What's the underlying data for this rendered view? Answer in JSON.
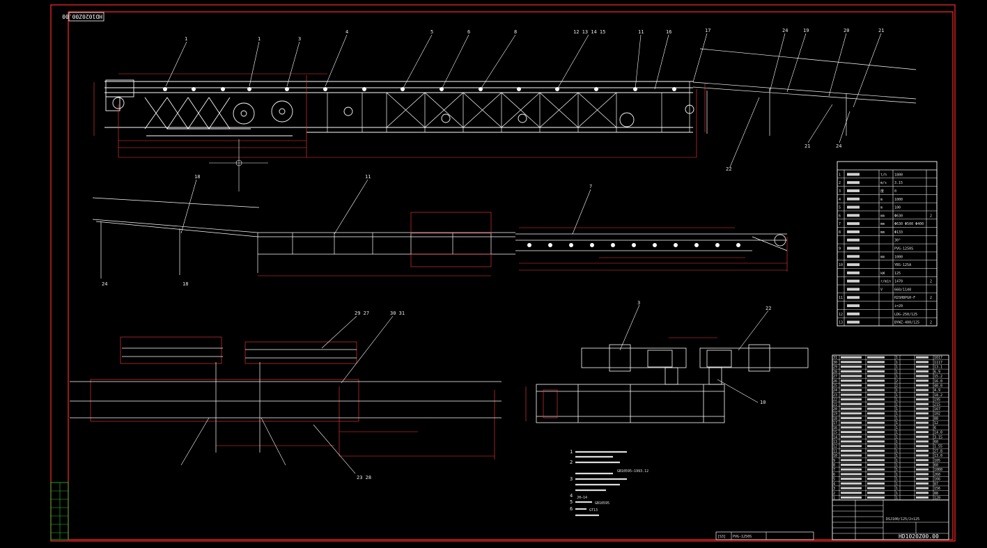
{
  "drawing": {
    "code_top": "HD1020Z00.00",
    "code_bottom": "HD1020Z00.00",
    "colors": {
      "background": "#000000",
      "frame": "#ff2a2a",
      "geometry": "#ffffff",
      "dimension": "#ff3b3b",
      "accent_green": "#29c829",
      "accent_yellow": "#e8e400",
      "accent_cyan": "#00c8d8"
    }
  },
  "upper_view": {
    "callouts_top": [
      "1",
      "1",
      "3",
      "4",
      "5",
      "6",
      "8",
      "12 13 14 15",
      "11",
      "16",
      "17",
      "24",
      "19",
      "20",
      "21"
    ],
    "callouts_bottom": [
      "22",
      "21",
      "24"
    ]
  },
  "middle_view": {
    "callouts": [
      "18",
      "11",
      "7"
    ],
    "bottom_labels": [
      "24",
      "18"
    ]
  },
  "lower_left": {
    "callouts": [
      "29 27",
      "30 31",
      "23 28"
    ]
  },
  "lower_right": {
    "callouts": [
      "3",
      "22",
      "10"
    ]
  },
  "notes": {
    "numbers": [
      "1",
      "2",
      "3",
      "4",
      "5",
      "6"
    ],
    "fragments": [
      "GB10595—1993.12",
      "JH—14",
      "GB10595",
      "GT13"
    ]
  },
  "specs_table": {
    "rows": [
      {
        "no": "1",
        "unit": "t/h",
        "value": "1800",
        "qty": ""
      },
      {
        "no": "2",
        "unit": "m/s",
        "value": "3.15",
        "qty": ""
      },
      {
        "no": "3",
        "unit": "度",
        "value": "0",
        "qty": ""
      },
      {
        "no": "4",
        "unit": "m",
        "value": "1000",
        "qty": ""
      },
      {
        "no": "5",
        "unit": "m",
        "value": "100",
        "qty": ""
      },
      {
        "no": "6",
        "unit": "mm",
        "value": "Φ630",
        "qty": "2"
      },
      {
        "no": "7",
        "unit": "mm",
        "value": "Φ630 Φ500 Φ400",
        "qty": ""
      },
      {
        "no": "8",
        "unit": "mm",
        "value": "Φ133",
        "qty": ""
      },
      {
        "no": "",
        "unit": "",
        "value": "30°",
        "qty": ""
      },
      {
        "no": "9",
        "unit": "",
        "value": "PVG-1250S",
        "qty": ""
      },
      {
        "no": "",
        "unit": "mm",
        "value": "1000",
        "qty": ""
      },
      {
        "no": "10",
        "unit": "",
        "value": "YBS-125A",
        "qty": ""
      },
      {
        "no": "",
        "unit": "kW",
        "value": "125",
        "qty": ""
      },
      {
        "no": "",
        "unit": "r/min",
        "value": "1470",
        "qty": "2"
      },
      {
        "no": "",
        "unit": "V",
        "value": "660/1140",
        "qty": ""
      },
      {
        "no": "11",
        "unit": "",
        "value": "H2SH8PGH-F",
        "qty": "2"
      },
      {
        "no": "",
        "unit": "",
        "value": "i=20",
        "qty": ""
      },
      {
        "no": "12",
        "unit": "",
        "value": "LDG-250/125",
        "qty": ""
      },
      {
        "no": "13",
        "unit": "",
        "value": "BYWZ-400/125",
        "qty": "2"
      }
    ]
  },
  "parts_list": {
    "rows": [
      {
        "no": "31",
        "qty": "1",
        "mass": "1617"
      },
      {
        "no": "30",
        "qty": "1",
        "mass": "1117"
      },
      {
        "no": "29",
        "qty": "1",
        "mass": "13.1"
      },
      {
        "no": "28",
        "qty": "1",
        "mass": "6.9"
      },
      {
        "no": "27",
        "qty": "1",
        "mass": "15.2"
      },
      {
        "no": "26",
        "qty": "2",
        "mass": "16.0"
      },
      {
        "no": "25",
        "qty": "2",
        "mass": "40.0"
      },
      {
        "no": "24",
        "qty": "1",
        "mass": "4.9"
      },
      {
        "no": "23",
        "qty": "1",
        "mass": "18.2"
      },
      {
        "no": "22",
        "qty": "1",
        "mass": "195"
      },
      {
        "no": "21",
        "qty": "1",
        "mass": "215"
      },
      {
        "no": "20",
        "qty": "1",
        "mass": "167"
      },
      {
        "no": "19",
        "qty": "1",
        "mass": "102"
      },
      {
        "no": "18",
        "qty": "1",
        "mass": "88"
      },
      {
        "no": "17",
        "qty": "1",
        "mass": "12"
      },
      {
        "no": "16",
        "qty": "1",
        "mass": "6"
      },
      {
        "no": "15",
        "qty": "1",
        "mass": "14.0"
      },
      {
        "no": "14",
        "qty": "1",
        "mass": "3.15"
      },
      {
        "no": "13",
        "qty": "1",
        "mass": "60"
      },
      {
        "no": "12",
        "qty": "1",
        "mass": "1.55"
      },
      {
        "no": "11",
        "qty": "1",
        "mass": "27.8"
      },
      {
        "no": "10",
        "qty": "1",
        "mass": "13.0"
      },
      {
        "no": "9",
        "qty": "1",
        "mass": "105"
      },
      {
        "no": "8",
        "qty": "1",
        "mass": "60"
      },
      {
        "no": "7",
        "qty": "1",
        "mass": "1060"
      },
      {
        "no": "6",
        "qty": "1",
        "mass": "260"
      },
      {
        "no": "5",
        "qty": "1",
        "mass": "166"
      },
      {
        "no": "4",
        "qty": "1",
        "mass": "87"
      },
      {
        "no": "3",
        "qty": "1",
        "mass": "156"
      },
      {
        "no": "2",
        "qty": "1",
        "mass": "88"
      },
      {
        "no": "1",
        "qty": "1",
        "mass": "120"
      }
    ]
  },
  "title_block": {
    "model": "DSJ100/125/2×125",
    "bottom_left_code": "PVG-1250S",
    "bottom_left_index": "[S3]"
  }
}
